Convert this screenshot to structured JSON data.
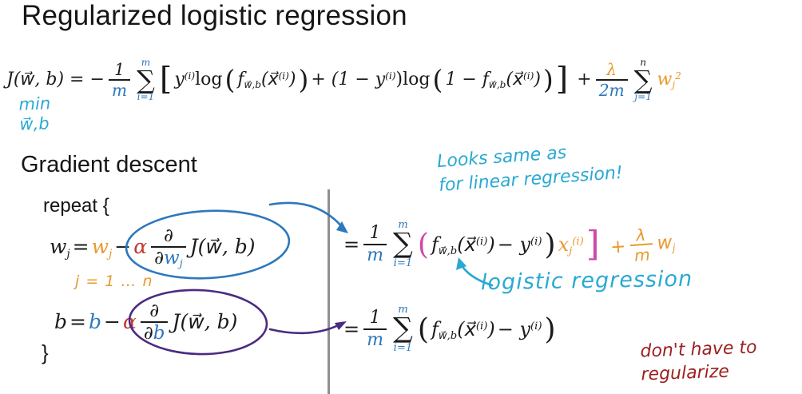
{
  "title": "Regularized logistic regression",
  "colors": {
    "blue": "#2d78bd",
    "cyan": "#2aa9d2",
    "orange": "#e89a2e",
    "red": "#bf3b30",
    "magenta": "#cc4aa8",
    "purple": "#4b2a82",
    "darkred": "#9c1f1f",
    "ink": "#1b1b1b",
    "divider": "#8f8f8f"
  },
  "cost": {
    "lhs": "J(w⃗, b) = −",
    "frac1": {
      "num": "1",
      "den": "m"
    },
    "sum1": {
      "top": "m",
      "sym": "∑",
      "bot": "i=1"
    },
    "lbracket": "[",
    "y1": "y",
    "y1sup": "(i)",
    "log1": "log",
    "lparen1": "(",
    "f1": "f",
    "f1sub": "w⃗,b",
    "x1": "(x⃗",
    "x1sup": "(i)",
    "x1close": ")",
    "rparen1": ")",
    "mid": "+ (1 − y",
    "midsup": "(i)",
    "midb": ")log",
    "lparen2": "(",
    "oneminus": "1 − f",
    "f2sub": "w⃗,b",
    "x2": "(x⃗",
    "x2sup": "(i)",
    "x2close": ")",
    "rparen2": ")",
    "rbracket": "]",
    "plus": "+",
    "frac2": {
      "num": "λ",
      "den": "2m"
    },
    "sum2": {
      "top": "n",
      "sym": "∑",
      "bot": "j=1"
    },
    "w": "w",
    "wsub": "j",
    "wsup": "2"
  },
  "min_note": {
    "line1": "min",
    "line2": "w⃗,b"
  },
  "gd": {
    "heading": "Gradient descent",
    "repeat": "repeat {",
    "close_brace": "}",
    "w_lhs": "w",
    "w_lhs_sub": "j",
    "equals": "=",
    "w_rhs": "w",
    "w_rhs_sub": "j",
    "minus": "−",
    "alpha": "α",
    "partial_num": "∂",
    "partial_d": "∂",
    "partial_w": "w",
    "partial_w_sub": "j",
    "partial_b": "b",
    "J": "J(w⃗, b)",
    "j_range": "j = 1 … n",
    "b_lhs": "b",
    "b_rhs": "b"
  },
  "eq1": {
    "equals": "=",
    "frac": {
      "num": "1",
      "den": "m"
    },
    "sum": {
      "top": "m",
      "sym": "∑",
      "bot": "i=1"
    },
    "lparen": "(",
    "f": "f",
    "fsub": "w⃗,b",
    "x": "(x⃗",
    "xsup": "(i)",
    "xclose": ")",
    "minus_y": "− y",
    "ysup": "(i)",
    "rparen": ")",
    "xj": "x",
    "xjsub": "j",
    "xjsup": "(i)",
    "bracket": "]",
    "hw": {
      "plus": "+",
      "lambda": "λ",
      "m": "m",
      "w": "w",
      "wsub": "j"
    }
  },
  "eq2": {
    "equals": "=",
    "frac": {
      "num": "1",
      "den": "m"
    },
    "sum": {
      "top": "m",
      "sym": "∑",
      "bot": "i=1"
    },
    "lparen": "(",
    "f": "f",
    "fsub": "w⃗,b",
    "x": "(x⃗",
    "xsup": "(i)",
    "xclose": ")",
    "minus_y": "− y",
    "ysup": "(i)",
    "rparen": ")"
  },
  "notes": {
    "looks_line1": "Looks same as",
    "looks_line2": "for linear regression!",
    "logistic": "logistic regression",
    "dont_line1": "don't have to",
    "dont_line2": "regularize"
  }
}
